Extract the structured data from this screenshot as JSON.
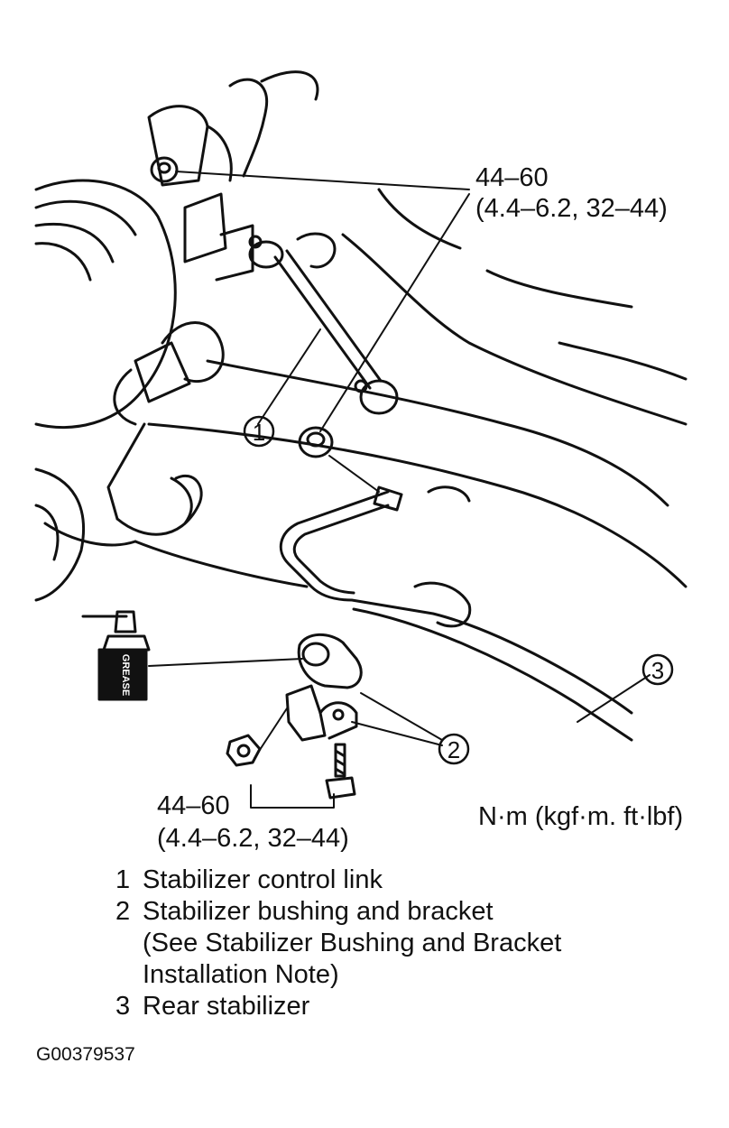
{
  "torque_spec_top": {
    "value": "44–60",
    "alt": "(4.4–6.2, 32–44)"
  },
  "torque_spec_bottom": {
    "value": "44–60",
    "alt": "(4.4–6.2, 32–44)"
  },
  "unit_note": "N·m (kgf·m. ft·lbf)",
  "callouts": [
    "1",
    "2",
    "3"
  ],
  "grease_label": "GREASE",
  "legend": [
    {
      "num": "1",
      "text": "Stabilizer control link"
    },
    {
      "num": "2",
      "text": "Stabilizer bushing and bracket"
    },
    {
      "num": "",
      "text": "(See Stabilizer Bushing and Bracket"
    },
    {
      "num": "",
      "text": "Installation Note)"
    },
    {
      "num": "3",
      "text": "Rear stabilizer"
    }
  ],
  "figure_id": "G00379537"
}
